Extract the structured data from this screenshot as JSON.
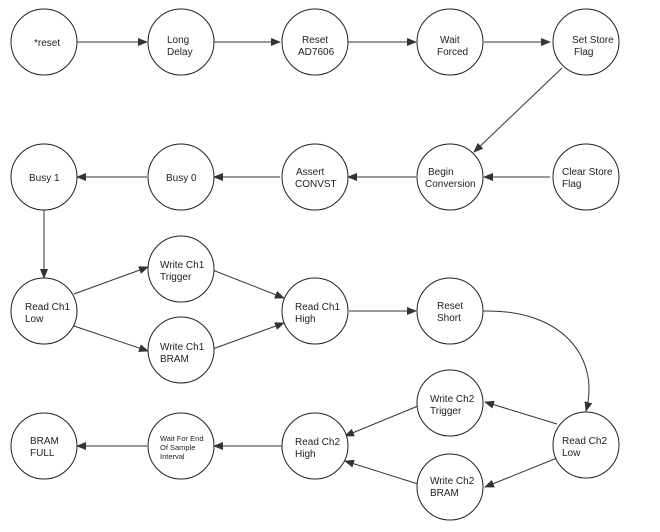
{
  "nodes": {
    "reset": [
      "*reset"
    ],
    "long_delay": [
      "Long",
      "Delay"
    ],
    "reset_ad7606": [
      "Reset",
      "AD7606"
    ],
    "wait_forced": [
      "Wait",
      "Forced"
    ],
    "set_store_flag": [
      "Set Store",
      "Flag"
    ],
    "busy1": [
      "Busy 1"
    ],
    "busy0": [
      "Busy 0"
    ],
    "assert_convst": [
      "Assert",
      "CONVST"
    ],
    "begin_conversion": [
      "Begin",
      "Conversion"
    ],
    "clear_store_flag": [
      "Clear Store",
      "Flag"
    ],
    "read_ch1_low": [
      "Read Ch1",
      "Low"
    ],
    "write_ch1_trigger": [
      "Write Ch1",
      "Trigger"
    ],
    "write_ch1_bram": [
      "Write Ch1",
      "BRAM"
    ],
    "read_ch1_high": [
      "Read Ch1",
      "High"
    ],
    "reset_short": [
      "Reset",
      "Short"
    ],
    "write_ch2_trigger": [
      "Write Ch2",
      "Trigger"
    ],
    "write_ch2_bram": [
      "Write Ch2",
      "BRAM"
    ],
    "read_ch2_low": [
      "Read Ch2",
      "Low"
    ],
    "read_ch2_high": [
      "Read Ch2",
      "High"
    ],
    "wait_end_sample": [
      "Wait For End",
      "Of Sample",
      "Interval"
    ],
    "bram_full": [
      "BRAM",
      "FULL"
    ]
  }
}
